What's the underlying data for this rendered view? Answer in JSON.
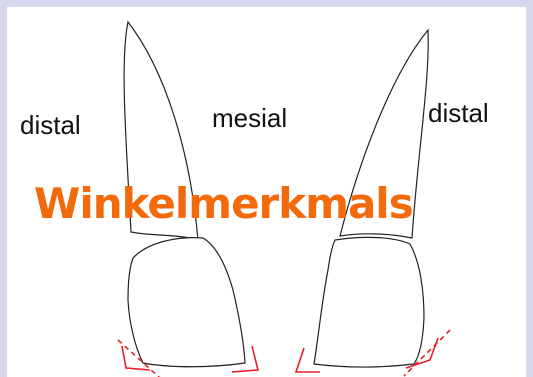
{
  "labels": {
    "left": "distal",
    "middle": "mesial",
    "right": "distal"
  },
  "title": "Winkelmerkmals",
  "colors": {
    "frame": "#d8d8ec",
    "panel": "#ffffff",
    "outline": "#222222",
    "title": "#f26a0c",
    "angle_marker": "#e8202a"
  }
}
